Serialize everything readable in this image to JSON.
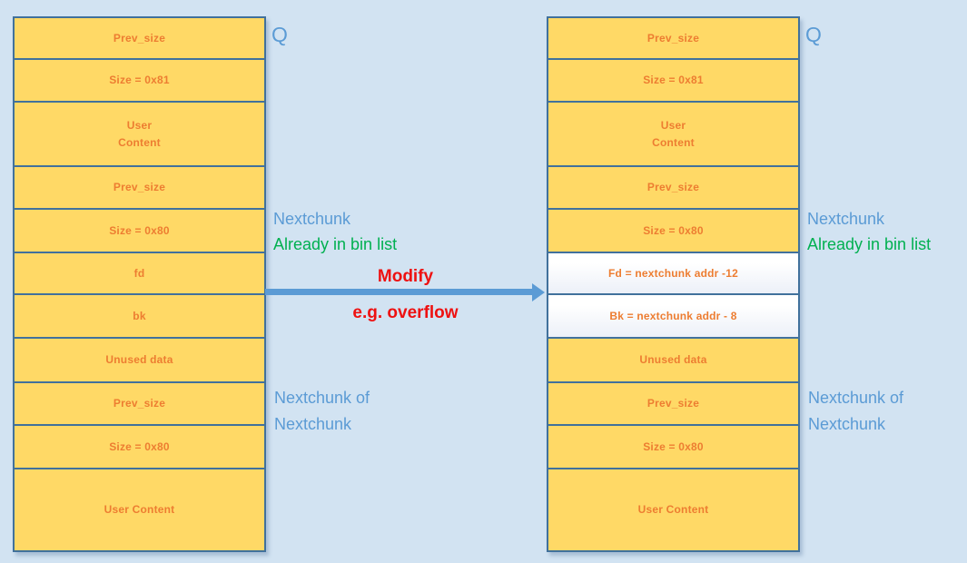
{
  "colors": {
    "background": "#d2e3f2",
    "chunk_fill": "#ffd966",
    "chunk_border": "#41719c",
    "chunk_text": "#ed7d31",
    "annotation_blue": "#5b9bd5",
    "annotation_green": "#00b050",
    "annotation_red": "#ee1111",
    "arrow": "#5b9bd5"
  },
  "left_column": {
    "q_label": "Q",
    "rows": [
      {
        "label": "Prev_size"
      },
      {
        "label": "Size = 0x81"
      },
      {
        "label": "User\nContent"
      },
      {
        "label": "Prev_size"
      },
      {
        "label": "Size = 0x80"
      },
      {
        "label": "fd"
      },
      {
        "label": "bk"
      },
      {
        "label": "Unused data"
      },
      {
        "label": "Prev_size"
      },
      {
        "label": "Size = 0x80"
      },
      {
        "label": "User Content"
      }
    ]
  },
  "right_column": {
    "q_label": "Q",
    "rows": [
      {
        "label": "Prev_size"
      },
      {
        "label": "Size = 0x81"
      },
      {
        "label": "User\nContent"
      },
      {
        "label": "Prev_size"
      },
      {
        "label": "Size = 0x80"
      },
      {
        "label": "Fd = nextchunk addr -12"
      },
      {
        "label": "Bk = nextchunk addr - 8"
      },
      {
        "label": "Unused data"
      },
      {
        "label": "Prev_size"
      },
      {
        "label": "Size = 0x80"
      },
      {
        "label": "User Content"
      }
    ]
  },
  "annotations": {
    "bin_left": {
      "line1": "Nextchunk",
      "line2": "Already in bin list"
    },
    "bin_right": {
      "line1": "Nextchunk",
      "line2": "Already in bin list"
    },
    "arrow_top": "Modify",
    "arrow_bottom": "e.g. overflow",
    "nextnext_left": {
      "line1": "Nextchunk of",
      "line2": "Nextchunk"
    },
    "nextnext_right": {
      "line1": "Nextchunk of",
      "line2": "Nextchunk"
    }
  }
}
